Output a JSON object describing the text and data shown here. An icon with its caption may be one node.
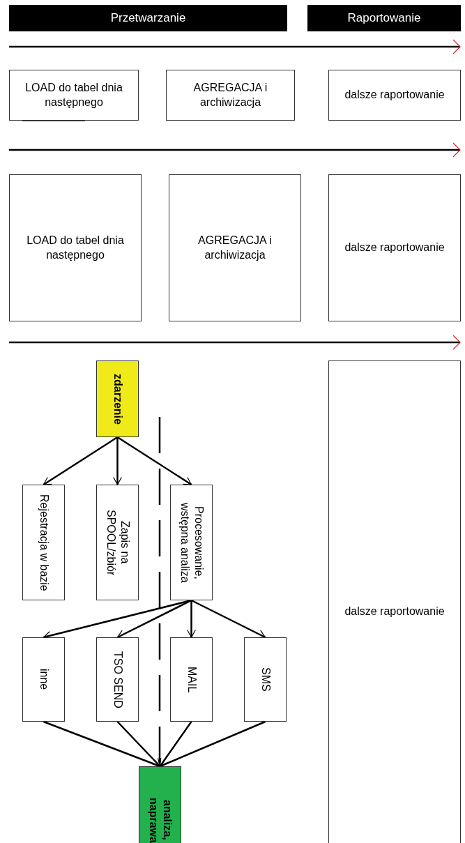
{
  "diagram": {
    "nodes": [
      {
        "text": [
          "Przetwarzanie"
        ]
      },
      {
        "text": [
          "Raportowanie"
        ]
      },
      {
        "text": [
          "LOAD do tabel dnia następnego"
        ]
      },
      {
        "text": [
          "AGREGACJA i archiwizacja"
        ]
      },
      {
        "text": [
          "dalsze raportowanie"
        ]
      },
      {
        "text": [
          "LOAD do tabel dnia następnego"
        ]
      },
      {
        "text": [
          "AGREGACJA i archiwizacja"
        ]
      },
      {
        "text": [
          "dalsze raportowanie"
        ]
      },
      {
        "text": [
          "zdarzenie"
        ]
      },
      {
        "text": [
          "dalsze raportowanie"
        ]
      },
      {
        "text": [
          "Rejestracja w bazie"
        ]
      },
      {
        "text": [
          "Zapis na SPOOL/zbiór"
        ]
      },
      {
        "text": [
          "Procesowanie, wstępna analiza"
        ]
      },
      {
        "text": [
          "inne"
        ]
      },
      {
        "text": [
          "TSO SEND"
        ]
      },
      {
        "text": [
          "MAIL"
        ]
      },
      {
        "text": [
          "SMS"
        ]
      },
      {
        "text": [
          "analiza, naprawa"
        ]
      }
    ],
    "edges": [
      {
        "from": 8,
        "to": 10,
        "arrow": "to"
      },
      {
        "from": 8,
        "to": 11,
        "arrow": "to"
      },
      {
        "from": 8,
        "to": 12,
        "arrow": "to"
      },
      {
        "from": 12,
        "to": 13,
        "arrow": "to"
      },
      {
        "from": 12,
        "to": 14,
        "arrow": "to"
      },
      {
        "from": 12,
        "to": 15,
        "arrow": "to"
      },
      {
        "from": 12,
        "to": 16,
        "arrow": "to"
      },
      {
        "from": 13,
        "to": 17,
        "arrow": "to"
      },
      {
        "from": 14,
        "to": 17,
        "arrow": "to"
      },
      {
        "from": 15,
        "to": 17,
        "arrow": "to"
      },
      {
        "from": 16,
        "to": 17,
        "arrow": "to"
      }
    ]
  }
}
